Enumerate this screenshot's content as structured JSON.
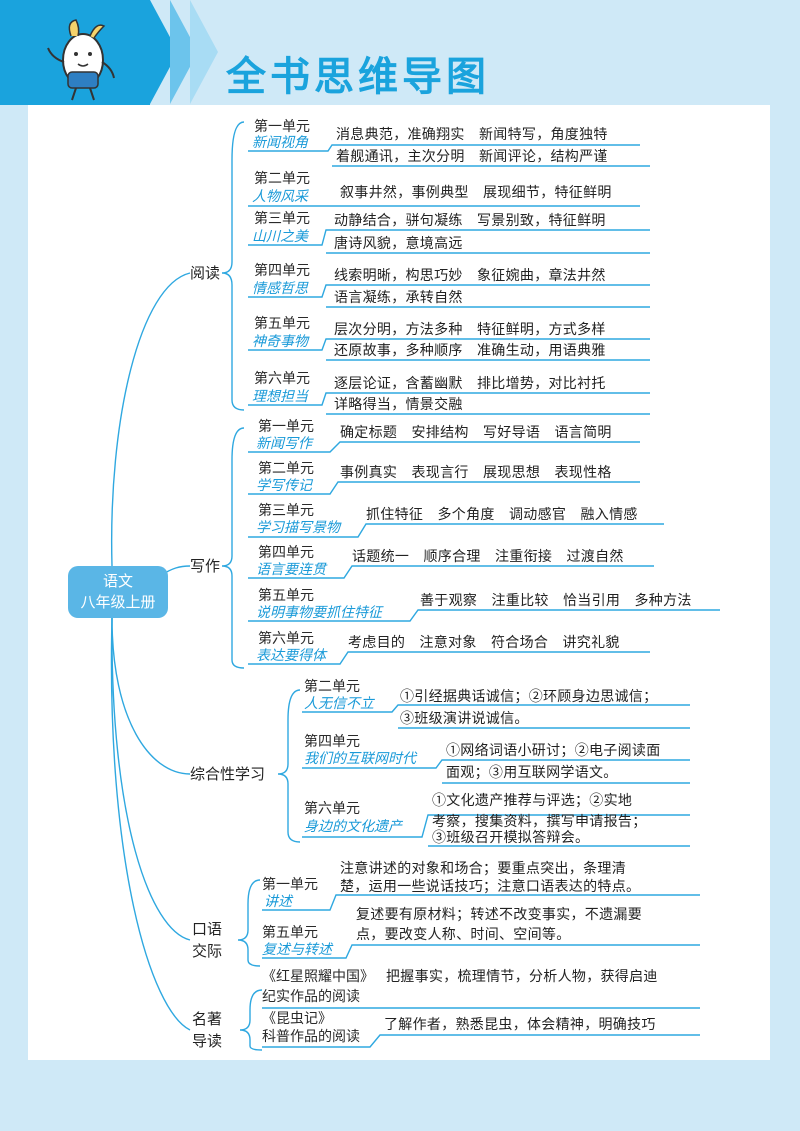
{
  "page_title": "全书思维导图",
  "root": {
    "line1": "语文",
    "line2": "八年级上册"
  },
  "categories": {
    "reading": "阅读",
    "writing": "写作",
    "comprehensive": "综合性学习",
    "oral_line1": "口语",
    "oral_line2": "交际",
    "classics_line1": "名著",
    "classics_line2": "导读"
  },
  "reading": [
    {
      "unit": "第一单元",
      "sub": "新闻视角",
      "line1": "消息典范，准确翔实　新闻特写，角度独特",
      "line2": "着舰通讯，主次分明　新闻评论，结构严谨"
    },
    {
      "unit": "第二单元",
      "sub": "人物风采",
      "line1": "叙事井然，事例典型　展现细节，特征鲜明",
      "line2": ""
    },
    {
      "unit": "第三单元",
      "sub": "山川之美",
      "line1": "动静结合，骈句凝练　写景别致，特征鲜明",
      "line2": "唐诗风貌，意境高远"
    },
    {
      "unit": "第四单元",
      "sub": "情感哲思",
      "line1": "线索明晰，构思巧妙　象征婉曲，章法井然",
      "line2": "语言凝练，承转自然"
    },
    {
      "unit": "第五单元",
      "sub": "神奇事物",
      "line1": "层次分明，方法多种　特征鲜明，方式多样",
      "line2": "还原故事，多种顺序　准确生动，用语典雅"
    },
    {
      "unit": "第六单元",
      "sub": "理想担当",
      "line1": "逐层论证，含蓄幽默　排比增势，对比衬托",
      "line2": "详略得当，情景交融"
    }
  ],
  "writing": [
    {
      "unit": "第一单元",
      "sub": "新闻写作",
      "line1": "确定标题　安排结构　写好导语　语言简明"
    },
    {
      "unit": "第二单元",
      "sub": "学写传记",
      "line1": "事例真实　表现言行　展现思想　表现性格"
    },
    {
      "unit": "第三单元",
      "sub": "学习描写景物",
      "line1": "抓住特征　多个角度　调动感官　融入情感"
    },
    {
      "unit": "第四单元",
      "sub": "语言要连贯",
      "line1": "话题统一　顺序合理　注重衔接　过渡自然"
    },
    {
      "unit": "第五单元",
      "sub": "说明事物要抓住特征",
      "line1": "善于观察　注重比较　恰当引用　多种方法"
    },
    {
      "unit": "第六单元",
      "sub": "表达要得体",
      "line1": "考虑目的　注意对象　符合场合　讲究礼貌"
    }
  ],
  "comprehensive": [
    {
      "unit": "第二单元",
      "sub": "人无信不立",
      "line1": "①引经据典话诚信；②环顾身边思诚信；",
      "line2": "③班级演讲说诚信。",
      "line3": ""
    },
    {
      "unit": "第四单元",
      "sub": "我们的互联网时代",
      "line1": "①网络词语小研讨；②电子阅读面",
      "line2": "面观；③用互联网学语文。",
      "line3": ""
    },
    {
      "unit": "第六单元",
      "sub": "身边的文化遗产",
      "line1": "①文化遗产推荐与评选；②实地",
      "line2": "考察，搜集资料，撰写申请报告；",
      "line3": "③班级召开模拟答辩会。"
    }
  ],
  "oral": [
    {
      "unit": "第一单元",
      "sub": "讲述",
      "line1": "注意讲述的对象和场合；要重点突出，条理清",
      "line2": "楚，运用一些说话技巧；注意口语表达的特点。"
    },
    {
      "unit": "第五单元",
      "sub": "复述与转述",
      "line1": "复述要有原材料；转述不改变事实，不遗漏要",
      "line2": "点，要改变人称、时间、空间等。"
    }
  ],
  "classics": [
    {
      "book": "《红星照耀中国》",
      "type": "纪实作品的阅读",
      "desc": "把握事实，梳理情节，分析人物，获得启迪"
    },
    {
      "book": "《昆虫记》",
      "type": "科普作品的阅读",
      "desc": "了解作者，熟悉昆虫，体会精神，明确技巧"
    }
  ],
  "colors": {
    "accent": "#1aa3dd",
    "line": "#2fa8e0",
    "band": "#cfe9f7",
    "subtitle": "#1a9ad8"
  }
}
